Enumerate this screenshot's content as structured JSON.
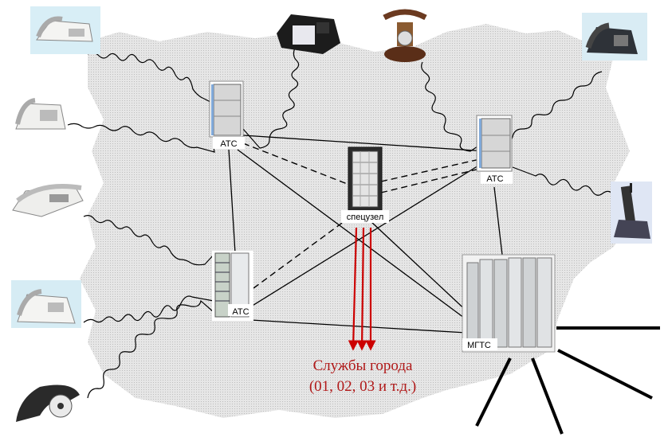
{
  "nodes": {
    "ats_top": "АТС",
    "ats_right": "АТС",
    "ats_bottom": "АТС",
    "special": "спецузел",
    "city": "МГТС"
  },
  "caption": {
    "line1": "Службы города",
    "line2": "(01, 02, 03 и т.д.)"
  },
  "colors": {
    "background_region": "#dcdcdc",
    "wire": "#000000",
    "emergency_arrows": "#cc0000",
    "caption_text": "#b01818"
  },
  "icons": [
    "desk-phone-icon",
    "desk-phone-icon",
    "keypad-phone-icon",
    "retro-phone-icon",
    "desk-phone-icon",
    "desk-phone-icon",
    "desk-phone-icon",
    "desk-phone-icon",
    "cordless-phone-icon",
    "rotary-phone-icon"
  ]
}
